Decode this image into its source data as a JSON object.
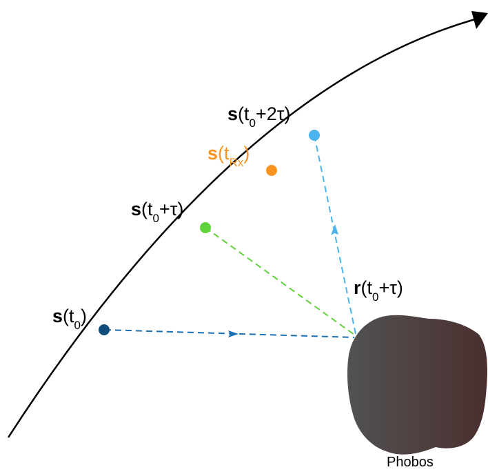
{
  "colors": {
    "trajectory": "#000000",
    "s_t0": "#0e4d7a",
    "s_t0_tau": "#5fd13a",
    "s_tRx": "#f7931e",
    "s_t0_2tau": "#4bb3ec",
    "arrow_blue_dark": "#1a6fb0",
    "arrow_green": "#5fd13a",
    "arrow_blue_light": "#4bb3ec",
    "phobos_left": "#525252",
    "phobos_right": "#4a2f2f"
  },
  "labels": {
    "s_t0": {
      "bold": "s",
      "open": "(t",
      "sub": "0",
      "close": ")"
    },
    "s_t0_tau": {
      "bold": "s",
      "open": "(t",
      "sub": "0",
      "close": "+τ)"
    },
    "s_tRx": {
      "bold": "s",
      "open": "(t",
      "sub": "Rx",
      "close": ")"
    },
    "s_t0_2tau": {
      "bold": "s",
      "open": "(t",
      "sub": "0",
      "close": "+2τ)"
    },
    "r_t0_tau": {
      "bold": "r",
      "open": "(t",
      "sub": "0",
      "close": "+τ)"
    },
    "phobos": "Phobos"
  },
  "icons": {
    "trajectory_arrowhead": "arrowhead-icon",
    "dash_arrow": "chevron-arrow-icon"
  }
}
